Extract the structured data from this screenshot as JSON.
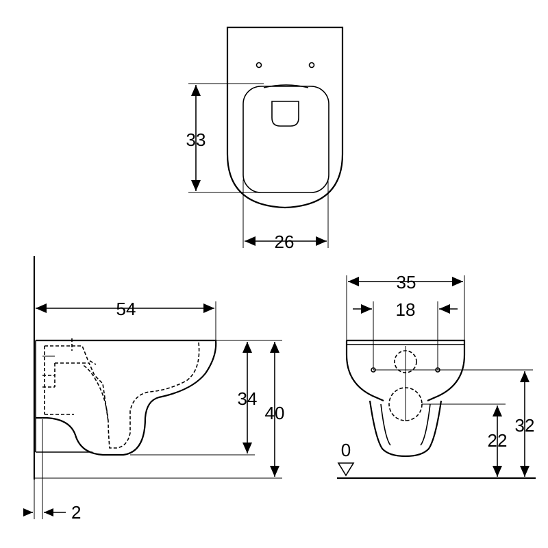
{
  "diagram": {
    "dimensions": {
      "top_depth": "33",
      "top_width": "26",
      "side_length": "54",
      "side_height_inner": "34",
      "side_height_outer": "40",
      "side_wall_gap": "2",
      "front_width": "35",
      "front_hole_spacing": "18",
      "front_height_upper": "32",
      "front_height_lower": "22",
      "floor_level": "0"
    },
    "line_color": "#000000",
    "background_color": "#ffffff"
  }
}
